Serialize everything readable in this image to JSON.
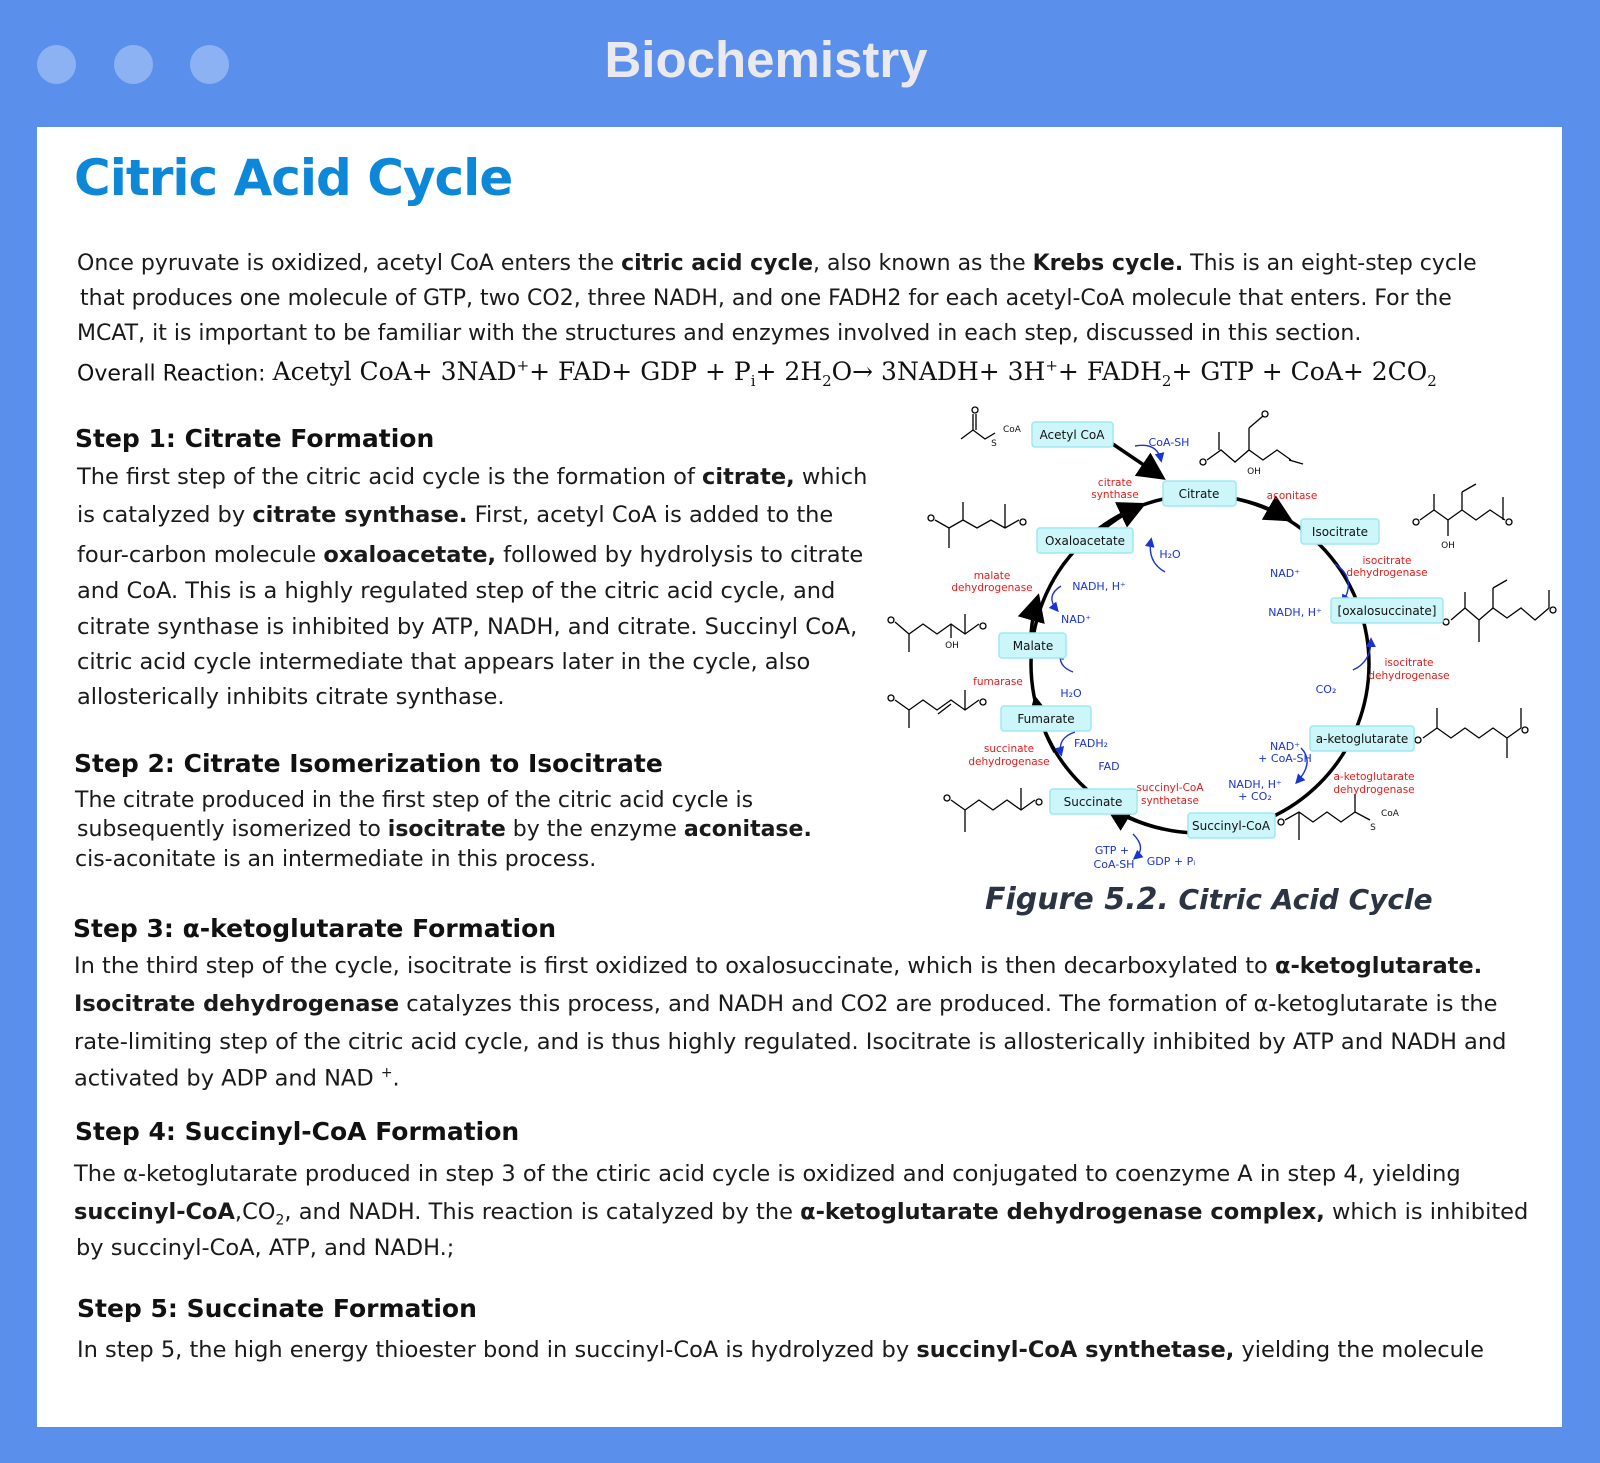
{
  "window": {
    "title": "Biochemistry"
  },
  "page": {
    "title": "Citric Acid Cycle",
    "intro": {
      "l1a": "Once pyruvate is oxidized, acetyl CoA enters the ",
      "l1b": "citric acid cycle",
      "l1c": ", also known as  the ",
      "l1d": "Krebs cycle.",
      "l1e": " This is an eight-step  cycle",
      "l2": "that produces one molecule of GTP, two  CO2, three NADH, and one FADH2 for each acetyl-CoA molecule that enters.  For the",
      "l3": "MCAT, it is important to be familiar with the structures and enzymes involved in each  step, discussed in this section."
    },
    "reaction": {
      "label": "Overall Reaction: ",
      "lhs": "Acetyl  CoA+ 3NAD",
      "p1": "+",
      "t1": "+ FAD+ GDP + P",
      "s1": "i",
      "t2": "+ 2H",
      "s2": "2",
      "t3": "O→ 3NADH+ 3H",
      "p2": "+",
      "t4": "+ FADH",
      "s3": "2",
      "t5": "+ GTP + CoA+ 2CO",
      "s4": "2"
    },
    "step1": {
      "heading": "Step 1: Citrate Formation",
      "l1a": "The first step of the citric acid cycle is the formation of ",
      "l1b": "citrate,",
      "l1c": " which",
      "l2a": "is catalyzed by ",
      "l2b": "citrate synthase.",
      "l2c": " First, acetyl CoA is added to the",
      "l3a": "four-carbon molecule ",
      "l3b": "oxaloacetate,",
      "l3c": " followed by hydrolysis to citrate",
      "l4": "and CoA. This is a highly regulated step of the citric acid cycle, and",
      "l5": "citrate synthase is inhibited by ATP, NADH, and citrate. Succinyl CoA,",
      "l6": "citric acid cycle intermediate that appears later in the cycle, also",
      "l7": "allosterically inhibits citrate synthase."
    },
    "step2": {
      "heading": "Step 2: Citrate Isomerization to Isocitrate",
      "l1": "The citrate produced in the first step of the citric acid cycle is",
      "l2a": "subsequently",
      "l2b": " isomerized to ",
      "l2c": "isocitrate",
      "l2d": " by the enzyme ",
      "l2e": "aconitase.",
      "l3": "cis-aconitate is an intermediate in this process."
    },
    "step3": {
      "heading": "Step 3: α-ketoglutarate Formation",
      "l1a": "In the third step of the cycle, isocitrate is first oxidized to oxalosuccinate, which is then decarboxylated to ",
      "l1b": "α-ketoglutarate.",
      "l2a": "Isocitrate dehydrogenase",
      "l2b": " catalyzes this process, and NADH and CO2 are produced. The formation of α-ketoglutarate is the",
      "l3": "rate-limiting step of the citric acid cycle, and is thus highly regulated. Isocitrate is allosterically inhibited by ATP and NADH and",
      "l4a": "activated by ADP and NAD ",
      "l4b": "+",
      "l4c": "."
    },
    "step4": {
      "heading": "Step 4: Succinyl-CoA Formation",
      "l1": "The α-ketoglutarate produced in step 3 of the ctiric acid cycle is oxidized and conjugated to coenzyme A in step 4, yielding",
      "l2a": "succinyl-CoA",
      "l2b": ",CO",
      "l2c": "2",
      "l2d": ", and NADH. This reaction is catalyzed by the ",
      "l2e": "α-ketoglutarate dehydrogenase complex,",
      "l2f": " which is inhibited",
      "l3": "by succinyl-CoA, ATP, and NADH.;"
    },
    "step5": {
      "heading": "Step 5: Succinate Formation",
      "l1a": "In step 5, the high energy thioester bond in succinyl-CoA is hydrolyzed by ",
      "l1b": "succinyl-CoA synthetase,",
      "l1c": " yielding the molecule"
    },
    "figure": {
      "caption_a": "Figure 5.2.",
      "caption_b": " Citric Acid Cycle",
      "intermediates": {
        "acetyl_coa": "Acetyl CoA",
        "citrate": "Citrate",
        "isocitrate": "Isocitrate",
        "oxalosuccinate": "[oxalosuccinate]",
        "ketoglutarate": "a-ketoglutarate",
        "succinyl_coa": "Succinyl-CoA",
        "succinate": "Succinate",
        "fumarate": "Fumarate",
        "malate": "Malate",
        "oxaloacetate": "Oxaloacetate"
      },
      "enzymes": {
        "citrate_synthase_1": "citrate",
        "citrate_synthase_2": "synthase",
        "aconitase": "aconitase",
        "icdh_a1": "isocitrate",
        "icdh_a2": "dehydrogenase",
        "icdh_b1": "isocitrate",
        "icdh_b2": "dehydrogenase",
        "akgdh_1": "a-ketoglutarate",
        "akgdh_2": "dehydrogenase",
        "scs_1": "succinyl-CoA",
        "scs_2": "synthetase",
        "sdh_1": "succinate",
        "sdh_2": "dehydrogenase",
        "fumarase": "fumarase",
        "mdh_1": "malate",
        "mdh_2": "dehydrogenase"
      },
      "cofactors": {
        "coa_sh": "CoA-SH",
        "h2o_1": "H₂O",
        "nad_1": "NAD⁺",
        "nadh_1": "NADH, H⁺",
        "co2_1": "CO₂",
        "nad_2a": "NAD⁺",
        "nad_2b": "+ CoA-SH",
        "nadh_2a": "NADH, H⁺",
        "nadh_2b": "+ CO₂",
        "gtp_a": "GTP +",
        "gtp_b": "CoA-SH",
        "gdp": "GDP + Pᵢ",
        "fadh2": "FADH₂",
        "fad": "FAD",
        "h2o_2": "H₂O",
        "nadh_3": "NADH, H⁺",
        "nad_3": "NAD⁺"
      },
      "struct": {
        "coa_1": "CoA",
        "s_1": "S",
        "oh_citrate": "OH",
        "oh_isocitrate": "OH",
        "oh_malate": "OH",
        "coa_2": "CoA",
        "s_2": "S"
      }
    }
  }
}
